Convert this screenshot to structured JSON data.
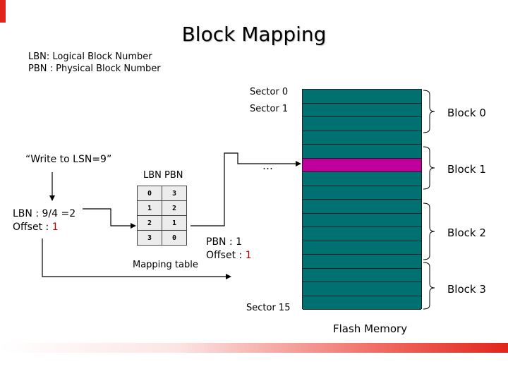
{
  "title": "Block Mapping",
  "definitions": [
    "LBN: Logical Block Number",
    "PBN : Physical Block Number"
  ],
  "write_label": "“Write to LSN=9”",
  "calc": {
    "lbn_line": "LBN : 9/4 =2",
    "offset_label": "Offset : ",
    "offset_value": "1"
  },
  "mapping_table": {
    "header": "LBN  PBN",
    "caption": "Mapping table",
    "rows": [
      [
        "0",
        "3"
      ],
      [
        "1",
        "2"
      ],
      [
        "2",
        "1"
      ],
      [
        "3",
        "0"
      ]
    ]
  },
  "pbn_result": {
    "pbn_line": "PBN : 1",
    "offset_label": "Offset : ",
    "offset_value": "1"
  },
  "sector_labels": {
    "first": "Sector 0",
    "second": "Sector 1",
    "ellipsis": "…",
    "last": "Sector 15"
  },
  "flash": {
    "sector_count": 16,
    "highlighted_sector": 5,
    "cell_color": "#007070",
    "highlight_color": "#c0009c",
    "caption": "Flash Memory"
  },
  "blocks": [
    "Block 0",
    "Block 1",
    "Block 2",
    "Block 3"
  ],
  "colors": {
    "accent_red": "#c00000",
    "brand_red": "#e1251b"
  }
}
